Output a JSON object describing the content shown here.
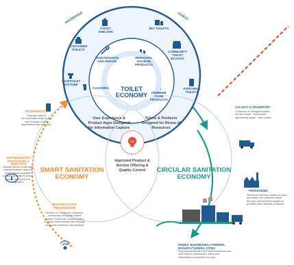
{
  "colors": {
    "navy": "#1f5a93",
    "orange": "#f08a24",
    "teal": "#1a9b8c",
    "red": "#e04e39",
    "light_blue": "#dce9f6",
    "gray_text": "#555555"
  },
  "arc_labels": {
    "household": "HOUSEHOLD",
    "public": "PUBLIC"
  },
  "toilet_types": {
    "toilet_shelter": "TOILET SHELTER",
    "bio_toilets": "BIO TOILETS",
    "container_toilets": "CONTAINER TOILETS",
    "community_toilet_blocks": "COMMUNITY TOILET BLOCKS",
    "pan_toilet_fixture": "PAN/TOILET FIXTURE",
    "portable_toilets": "PORTABLE TOILETS",
    "maintenance_and_repair": "MAINTENANCE AND REPAIR",
    "personal_hygiene_products": "PERSONAL HYGIENE PRODUCTS",
    "cleaning": "CLEANING",
    "feminine_care_products": "FEMININE CARE PRODUCTS"
  },
  "economies": {
    "toilet": "TOILET ECONOMY",
    "smart": "SMART SANITATION ECONOMY",
    "circular": "CIRCULAR SANITATION ECONOMY"
  },
  "overlaps": {
    "user_experience": "User Experience & Product Apps Designed for Information Capture",
    "toilets_products": "Toilets & Products Designed for Reuse of Resources",
    "improved_service": "Improved Product & Service Offering & Quality Control"
  },
  "circular_steps": {
    "collect_title": "COLLECT & TRANSPORT",
    "collect_desc": "Collection of biological waste: - human waste - food waste - agricultural waste - farm waste",
    "processing_title": "PROCESSING",
    "processing_desc": "Resource recovery plants process and refine the collected waste through various technologies to produce safe valuable products",
    "homes_title": "HOMES, BUSINESSES, FARMERS, MANUFACTURERS, CITIES",
    "homes_desc": "Recycled products from Toilet Resources are sold back to businesses, cities and individuals to complete the loop"
  },
  "smart_steps": {
    "dissemination_title": "DISSEMINATION",
    "dissemination_desc": "Relevant data is communicated back to the user through mobile applications and services",
    "software_title": "SOFTWARE/DATA PROCESSING & ANALYTICS",
    "software_desc": "Sample sensor molecular characterization data for cloud based cognitive computing platform where data is analyzed and organized",
    "sensors_title": "SENSORS & DATA TRANSMISSION",
    "sensors_desc": "Sensors in household, business, community and public toilets capture molecular characteristics of waste and transmit data through connected networks and devices"
  },
  "icons": [
    "toilet-shelter-icon",
    "bio-toilet-icon",
    "container-toilet-icon",
    "community-toilet-icon",
    "pan-toilet-icon",
    "portable-toilet-icon",
    "wrench-icon",
    "hygiene-products-icon",
    "spray-bottle-icon",
    "feminine-care-icon",
    "lightbulb-icon",
    "truck-icon",
    "factory-icon",
    "buildings-icon",
    "cloud-icon",
    "phone-icon",
    "wifi-icon"
  ]
}
